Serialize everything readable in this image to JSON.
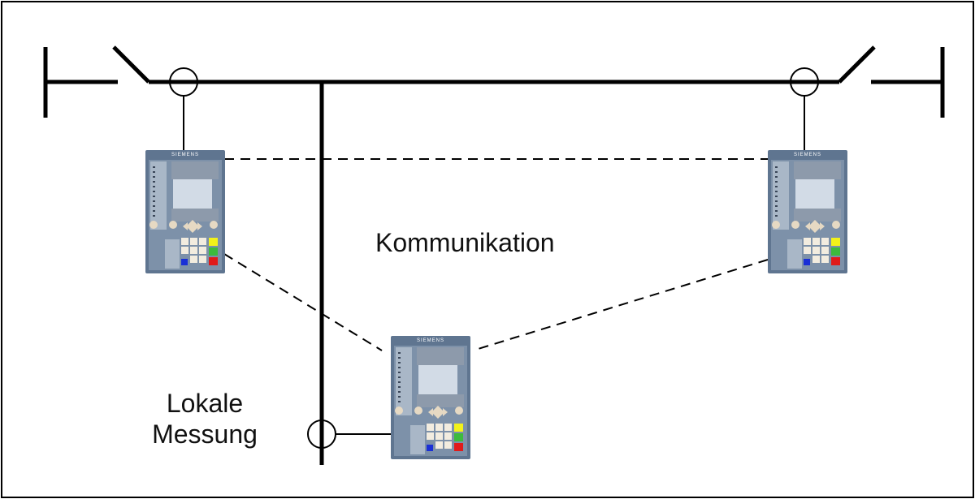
{
  "labels": {
    "communication": "Kommunikation",
    "local_line1": "Lokale",
    "local_line2": "Messung"
  },
  "relays": [
    {
      "brand": "SIEMENS"
    },
    {
      "brand": "SIEMENS"
    },
    {
      "brand": "SIEMENS"
    }
  ],
  "colors": {
    "line": "#000000",
    "relay_body": "#5f7590",
    "relay_panel": "#8da0b6",
    "relay_screen": "#c8d4e2",
    "key_yellow": "#f2f21a",
    "key_green": "#3dbb3d",
    "key_red": "#e01b1b",
    "key_blue": "#1a2fd6"
  }
}
